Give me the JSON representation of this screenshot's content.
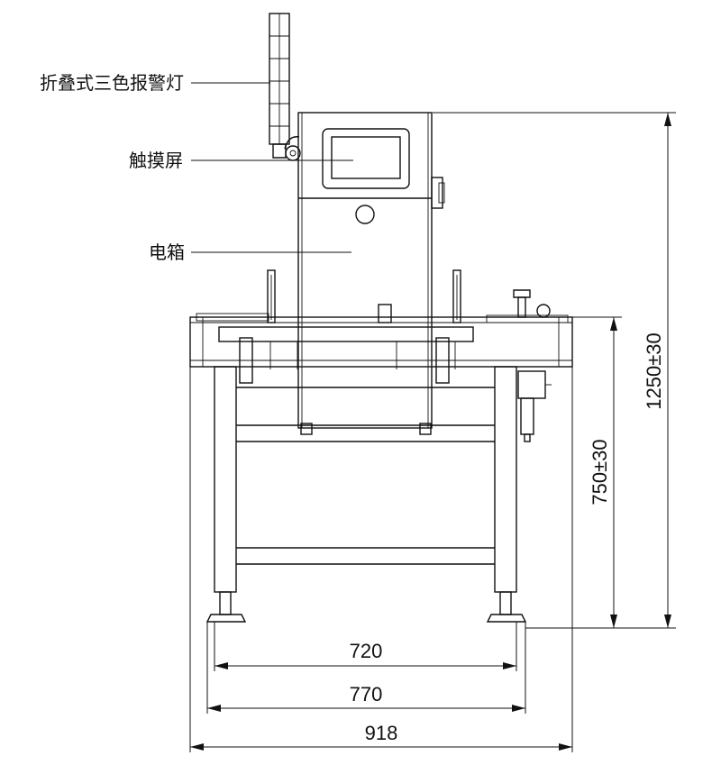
{
  "labels": {
    "signal_light": "折叠式三色报警灯",
    "touch_screen": "触摸屏",
    "electric_box": "电箱"
  },
  "dimensions": {
    "inner_width": "720",
    "middle_width": "770",
    "overall_width": "918",
    "table_height": "750±30",
    "total_height": "1250±30"
  }
}
